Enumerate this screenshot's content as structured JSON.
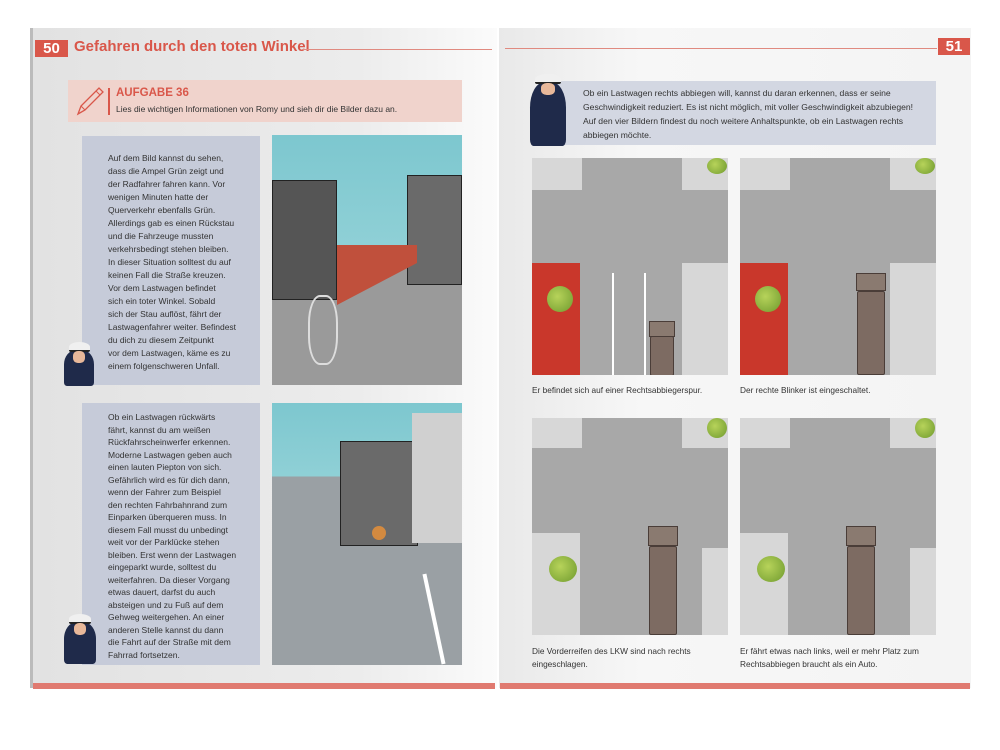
{
  "left_page": {
    "page_number": "50",
    "title": "Gefahren durch den toten Winkel",
    "task": {
      "label": "AUFGABE 36",
      "instruction": "Lies die wichtigen Informationen von Romy und sieh dir die Bilder dazu an."
    },
    "panels": [
      {
        "lines": [
          "Auf dem Bild kannst du sehen,",
          "dass die Ampel Grün zeigt und",
          "der Radfahrer fahren kann. Vor",
          "wenigen Minuten hatte der",
          "Querverkehr ebenfalls Grün.",
          "Allerdings gab es einen Rückstau",
          "und die Fahrzeuge mussten",
          "verkehrsbedingt stehen bleiben.",
          "In dieser Situation solltest du auf",
          "keinen Fall die Straße kreuzen.",
          "Vor dem Lastwagen befindet",
          "sich ein toter Winkel. Sobald",
          "sich der Stau auflöst, fährt der",
          "Lastwagenfahrer weiter. Befindest",
          "du dich zu diesem Zeitpunkt",
          "vor dem Lastwagen, käme es zu",
          "einem folgenschweren Unfall."
        ]
      },
      {
        "lines": [
          "Ob ein Lastwagen rückwärts",
          "fährt, kannst du am weißen",
          "Rückfahrscheinwerfer erkennen.",
          "Moderne Lastwagen geben auch",
          "einen lauten Piepton von sich.",
          "Gefährlich wird es für dich dann,",
          "wenn der Fahrer zum Beispiel",
          "den rechten Fahrbahnrand zum",
          "Einparken überqueren muss. In",
          "diesem Fall musst du unbedingt",
          "weit vor der Parklücke stehen",
          "bleiben. Erst wenn der Lastwagen",
          "eingeparkt wurde, solltest du",
          "weiterfahren. Da dieser Vorgang",
          "etwas dauert, darfst du auch",
          "absteigen und zu Fuß auf dem",
          "Gehweg weitergehen. An einer",
          "anderen Stelle kannst du dann",
          "die Fahrt auf der Straße mit dem",
          "Fahrrad fortsetzen."
        ]
      }
    ]
  },
  "right_page": {
    "page_number": "51",
    "info": "Ob ein Lastwagen rechts abbiegen will, kannst du daran erkennen, dass er seine Geschwindigkeit reduziert. Es ist nicht möglich, mit voller Geschwindigkeit abzubiegen! Auf den vier Bildern findest du noch weitere Anhaltspunkte, ob ein Lastwagen rechts abbiegen möchte.",
    "captions": [
      "Er befindet sich auf einer Rechtsabbiegerspur.",
      "Der rechte Blinker ist eingeschaltet.",
      "Die Vorderreifen des LKW sind nach rechts eingeschlagen.",
      "Er fährt etwas nach links, weil er mehr Platz zum Rechtsabbiegen braucht als ein Auto."
    ]
  },
  "colors": {
    "accent": "#d9574a",
    "panel": "#c6cbd9",
    "task_bg": "#f0d3cc"
  }
}
